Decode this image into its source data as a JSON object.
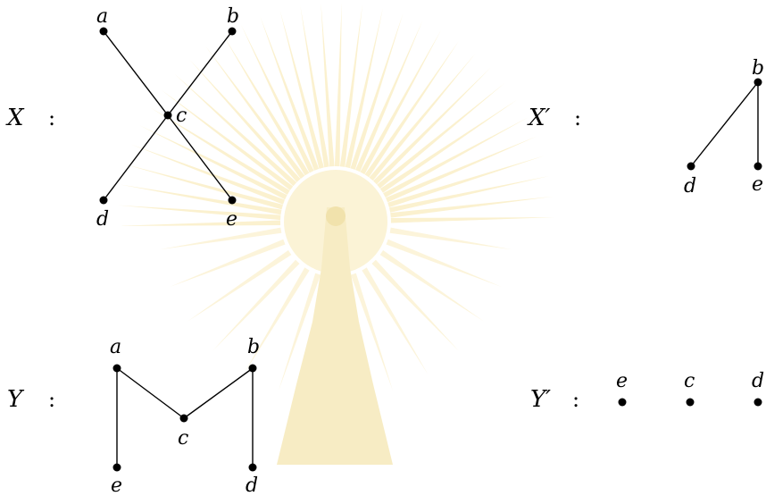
{
  "graphs": [
    {
      "name": "X",
      "colon": ":",
      "vertices": [
        "a",
        "b",
        "c",
        "d",
        "e"
      ],
      "edges": [
        [
          "a",
          "c"
        ],
        [
          "b",
          "c"
        ],
        [
          "c",
          "d"
        ],
        [
          "c",
          "e"
        ]
      ]
    },
    {
      "name": "X′",
      "colon": ":",
      "vertices": [
        "b",
        "d",
        "e"
      ],
      "edges": [
        [
          "b",
          "d"
        ],
        [
          "b",
          "e"
        ]
      ]
    },
    {
      "name": "Y",
      "colon": ":",
      "vertices": [
        "a",
        "b",
        "c",
        "d",
        "e"
      ],
      "edges": [
        [
          "a",
          "c"
        ],
        [
          "b",
          "c"
        ],
        [
          "a",
          "e"
        ],
        [
          "b",
          "d"
        ]
      ]
    },
    {
      "name": "Y′",
      "colon": ":",
      "vertices": [
        "e",
        "c",
        "d"
      ],
      "edges": []
    }
  ]
}
